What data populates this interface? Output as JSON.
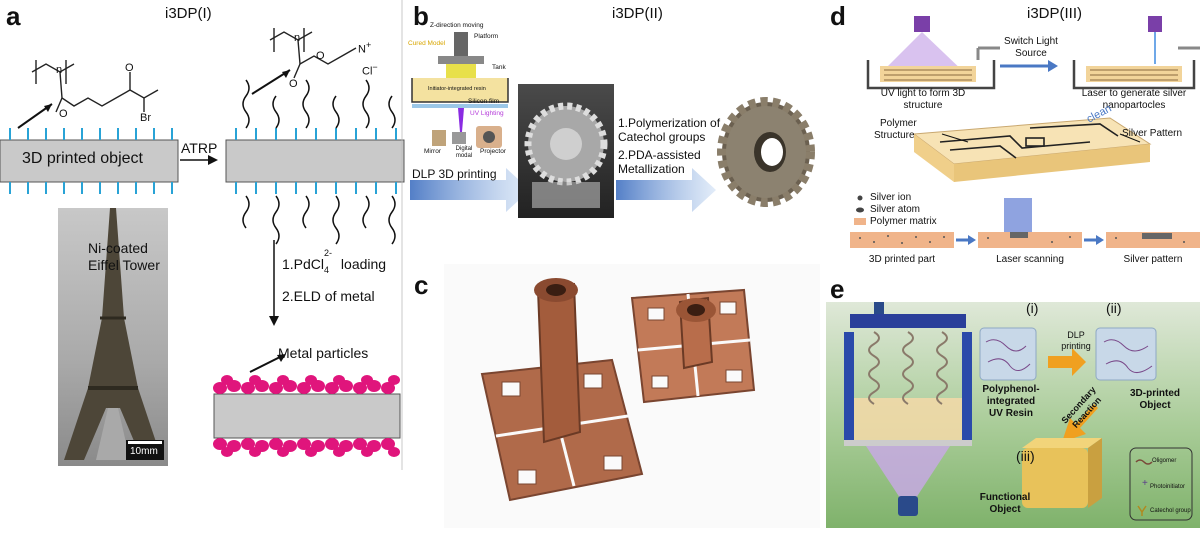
{
  "panel_a": {
    "label": "a",
    "title": "i3DP(I)",
    "object_label": "3D printed object",
    "atrp_label": "ATRP",
    "photo_caption_line1": "Ni-coated",
    "photo_caption_line2": "Eiffel Tower",
    "scale_bar": "10mm",
    "step1": "1.PdCl",
    "step1_sub": "4",
    "step1_sup": "2-",
    "step1_tail": " loading",
    "step2": "2.ELD of metal",
    "metal_label": "Metal particles",
    "chem_n": "n",
    "chem_o": "O",
    "chem_br": "Br",
    "chem_n_plus": "N",
    "chem_plus": "+",
    "chem_cl": "Cl",
    "chem_minus": "−"
  },
  "panel_b": {
    "label": "b",
    "title": "i3DP(II)",
    "printer_z": "Z-direction moving",
    "printer_platform": "Platform",
    "printer_cured": "Cured Model",
    "printer_tank": "Tank",
    "printer_resin": "Initiator-integrated resin",
    "printer_silicon": "Silicon film",
    "printer_uv": "UV Lighting",
    "printer_mirror": "Mirror",
    "printer_digital_line1": "Digital",
    "printer_digital_line2": "modal",
    "printer_projector": "Projector",
    "dlp_label": "DLP 3D printing",
    "step1_line1": "1.Polymerization of",
    "step1_line2": "Catechol groups",
    "step2_line1": "2.PDA-assisted",
    "step2_line2": "Metallization"
  },
  "panel_c": {
    "label": "c"
  },
  "panel_d": {
    "label": "d",
    "title": "i3DP(III)",
    "uv_caption_line1": "UV light to form 3D",
    "uv_caption_line2": "structure",
    "switch_line1": "Switch Light",
    "switch_line2": "Source",
    "laser_caption_line1": "Laser to generate silver",
    "laser_caption_line2": "nanopartocles",
    "clean": "clean",
    "polymer_line1": "Polymer",
    "polymer_line2": "Structure",
    "silver_pattern": "Silver Pattern",
    "legend_ion": "Silver ion",
    "legend_atom": "Silver atom",
    "legend_matrix": "Polymer matrix",
    "stage1": "3D printed part",
    "stage2": "Laser scanning",
    "stage3": "Silver pattern"
  },
  "panel_e": {
    "label": "e",
    "i": "(i)",
    "ii": "(ii)",
    "iii": "(iii)",
    "dlp_line1": "DLP",
    "dlp_line2": "printing",
    "resin_line1": "Polyphenol-",
    "resin_line2": "integrated",
    "resin_line3": "UV Resin",
    "printed_line1": "3D-printed",
    "printed_line2": "Object",
    "secondary_line1": "Secondary",
    "secondary_line2": "Reaction",
    "functional_line1": "Functional",
    "functional_line2": "Object",
    "legend_oligomer": "Oligomer",
    "legend_photo": "Photoinitiator",
    "legend_catechol": "Catechol group"
  },
  "colors": {
    "substrate": "#c9c9c9",
    "tick_blue": "#29a3d6",
    "particle_pink": "#e0157c",
    "arrow_blue": "#4a78c4",
    "copper": "#b06a4a",
    "gold": "#e8c25a",
    "panel_e_bg": "#7fb26b"
  }
}
